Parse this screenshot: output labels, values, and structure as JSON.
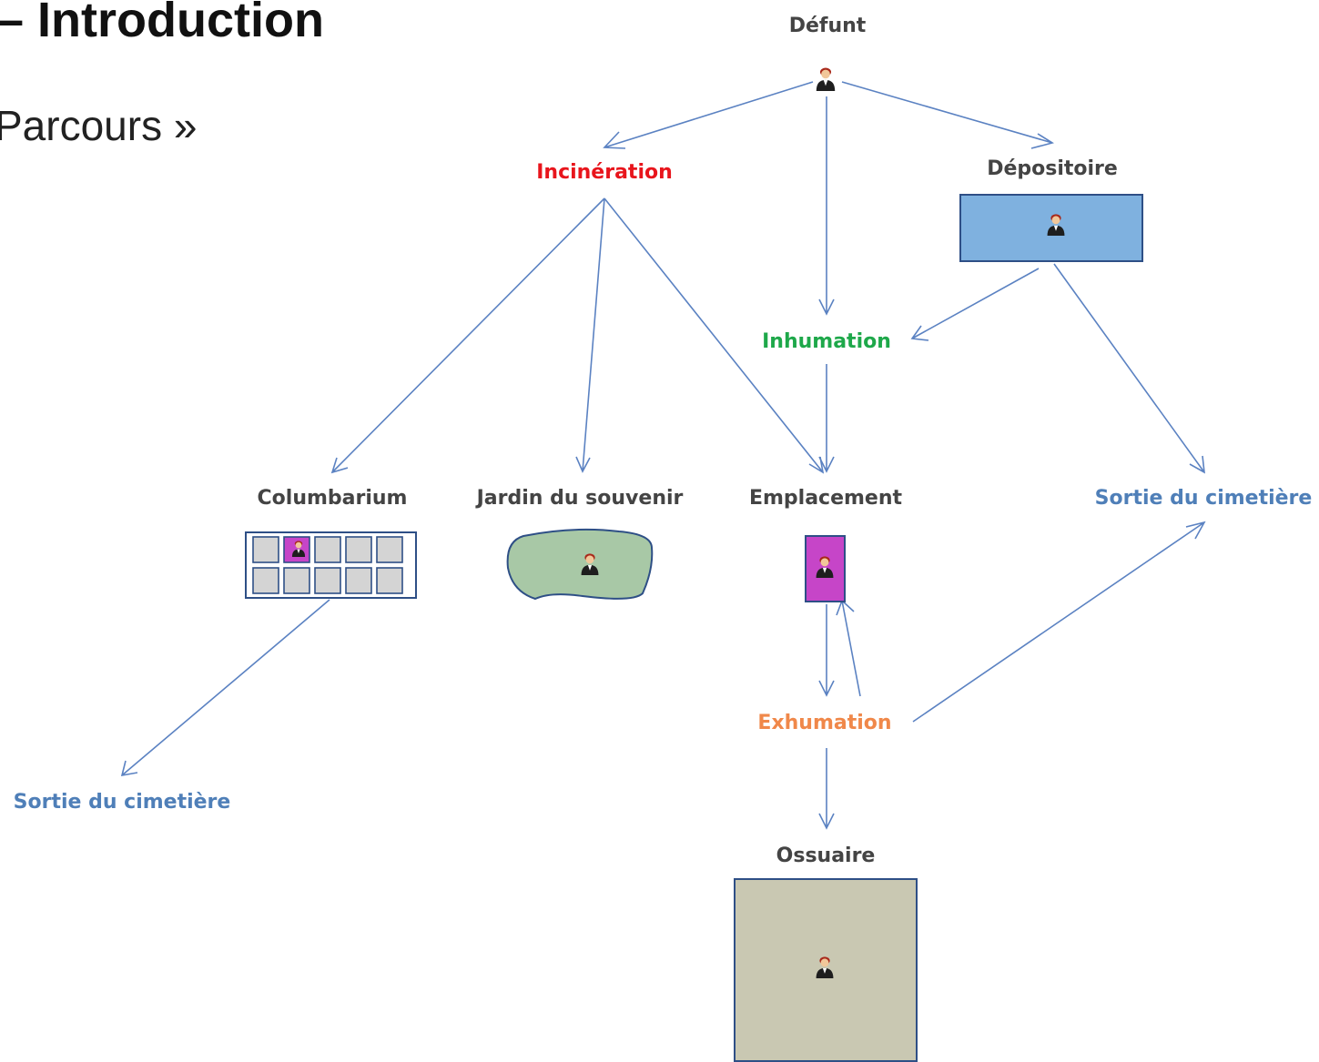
{
  "slide": {
    "title": "– Introduction",
    "subtitle": "Parcours »"
  },
  "colors": {
    "arrow": "#5b82c2",
    "dark_label": "#444444",
    "incineration": "#e8151c",
    "inhumation": "#1ea84a",
    "exhumation": "#f0884a",
    "sortie": "#4f7fb8",
    "depositoire_fill": "#7fb1df",
    "box_stroke": "#2e4f86",
    "columbarium_cell": "#d4d4d4",
    "highlight_cell": "#c645c8",
    "jardin_fill": "#a8c8a6",
    "emplacement_fill": "#c645c8",
    "ossuaire_fill": "#c9c8b2"
  },
  "diagram": {
    "nodes": {
      "defunt": {
        "label": "Défunt"
      },
      "incineration": {
        "label": "Incinération"
      },
      "depositoire": {
        "label": "Dépositoire"
      },
      "inhumation": {
        "label": "Inhumation"
      },
      "columbarium": {
        "label": "Columbarium"
      },
      "jardin": {
        "label": "Jardin du souvenir"
      },
      "emplacement": {
        "label": "Emplacement"
      },
      "sortie_right": {
        "label": "Sortie du cimetière"
      },
      "exhumation": {
        "label": "Exhumation"
      },
      "sortie_left": {
        "label": "Sortie du cimetière"
      },
      "ossuaire": {
        "label": "Ossuaire"
      }
    },
    "icons": [
      "person-icon"
    ]
  }
}
